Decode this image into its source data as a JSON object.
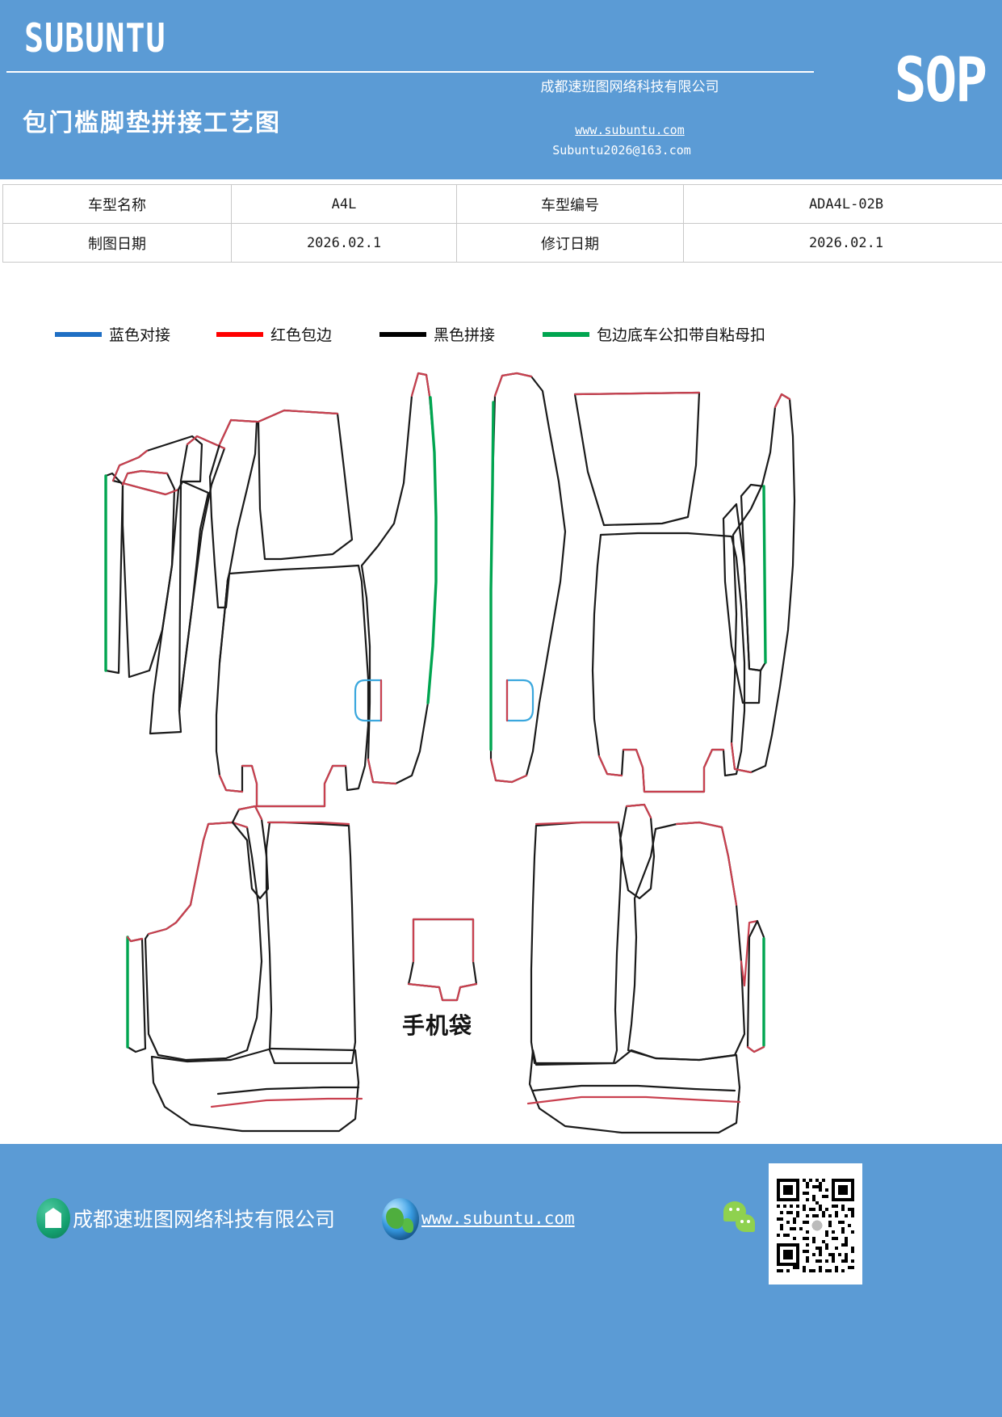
{
  "header": {
    "brand": "SUBUNTU",
    "doc_title": "包门槛脚垫拼接工艺图",
    "company": "成都速班图网络科技有限公司",
    "website": "www.subuntu.com",
    "email": "Subuntu2026@163.com",
    "badge": "SOP"
  },
  "info_table": {
    "rows": [
      {
        "label1": "车型名称",
        "value1": "A4L",
        "label2": "车型编号",
        "value2": "ADA4L-02B"
      },
      {
        "label1": "制图日期",
        "value1": "2026.02.1",
        "label2": "修订日期",
        "value2": "2026.02.1"
      }
    ]
  },
  "legend": {
    "items": [
      {
        "label": "蓝色对接",
        "color": "#1f6fc4"
      },
      {
        "label": "红色包边",
        "color": "#ff0000"
      },
      {
        "label": "黑色拼接",
        "color": "#000000"
      },
      {
        "label": "包边底车公扣带自粘母扣",
        "color": "#00a550"
      }
    ]
  },
  "drawing": {
    "pocket_label": "手机袋",
    "colors": {
      "blue": "#3aa7dd",
      "red": "#c9404f",
      "black": "#1a1a1a",
      "green": "#00a550"
    }
  },
  "footer": {
    "company": "成都速班图网络科技有限公司",
    "website": "www.subuntu.com"
  }
}
